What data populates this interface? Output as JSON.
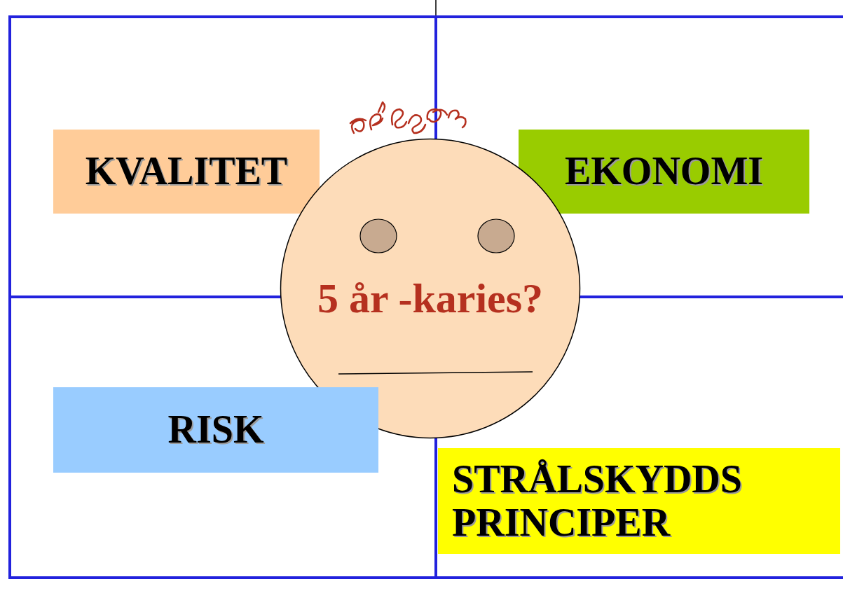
{
  "diagram": {
    "nodes": [
      {
        "text": [
          "KVALITET"
        ]
      },
      {
        "text": [
          "EKONOMI"
        ]
      },
      {
        "text": [
          "5 år -karies?"
        ]
      },
      {
        "text": [
          "RISK"
        ]
      },
      {
        "text": [
          "STRÅLSKYDDS PRINCIPER"
        ]
      }
    ]
  }
}
